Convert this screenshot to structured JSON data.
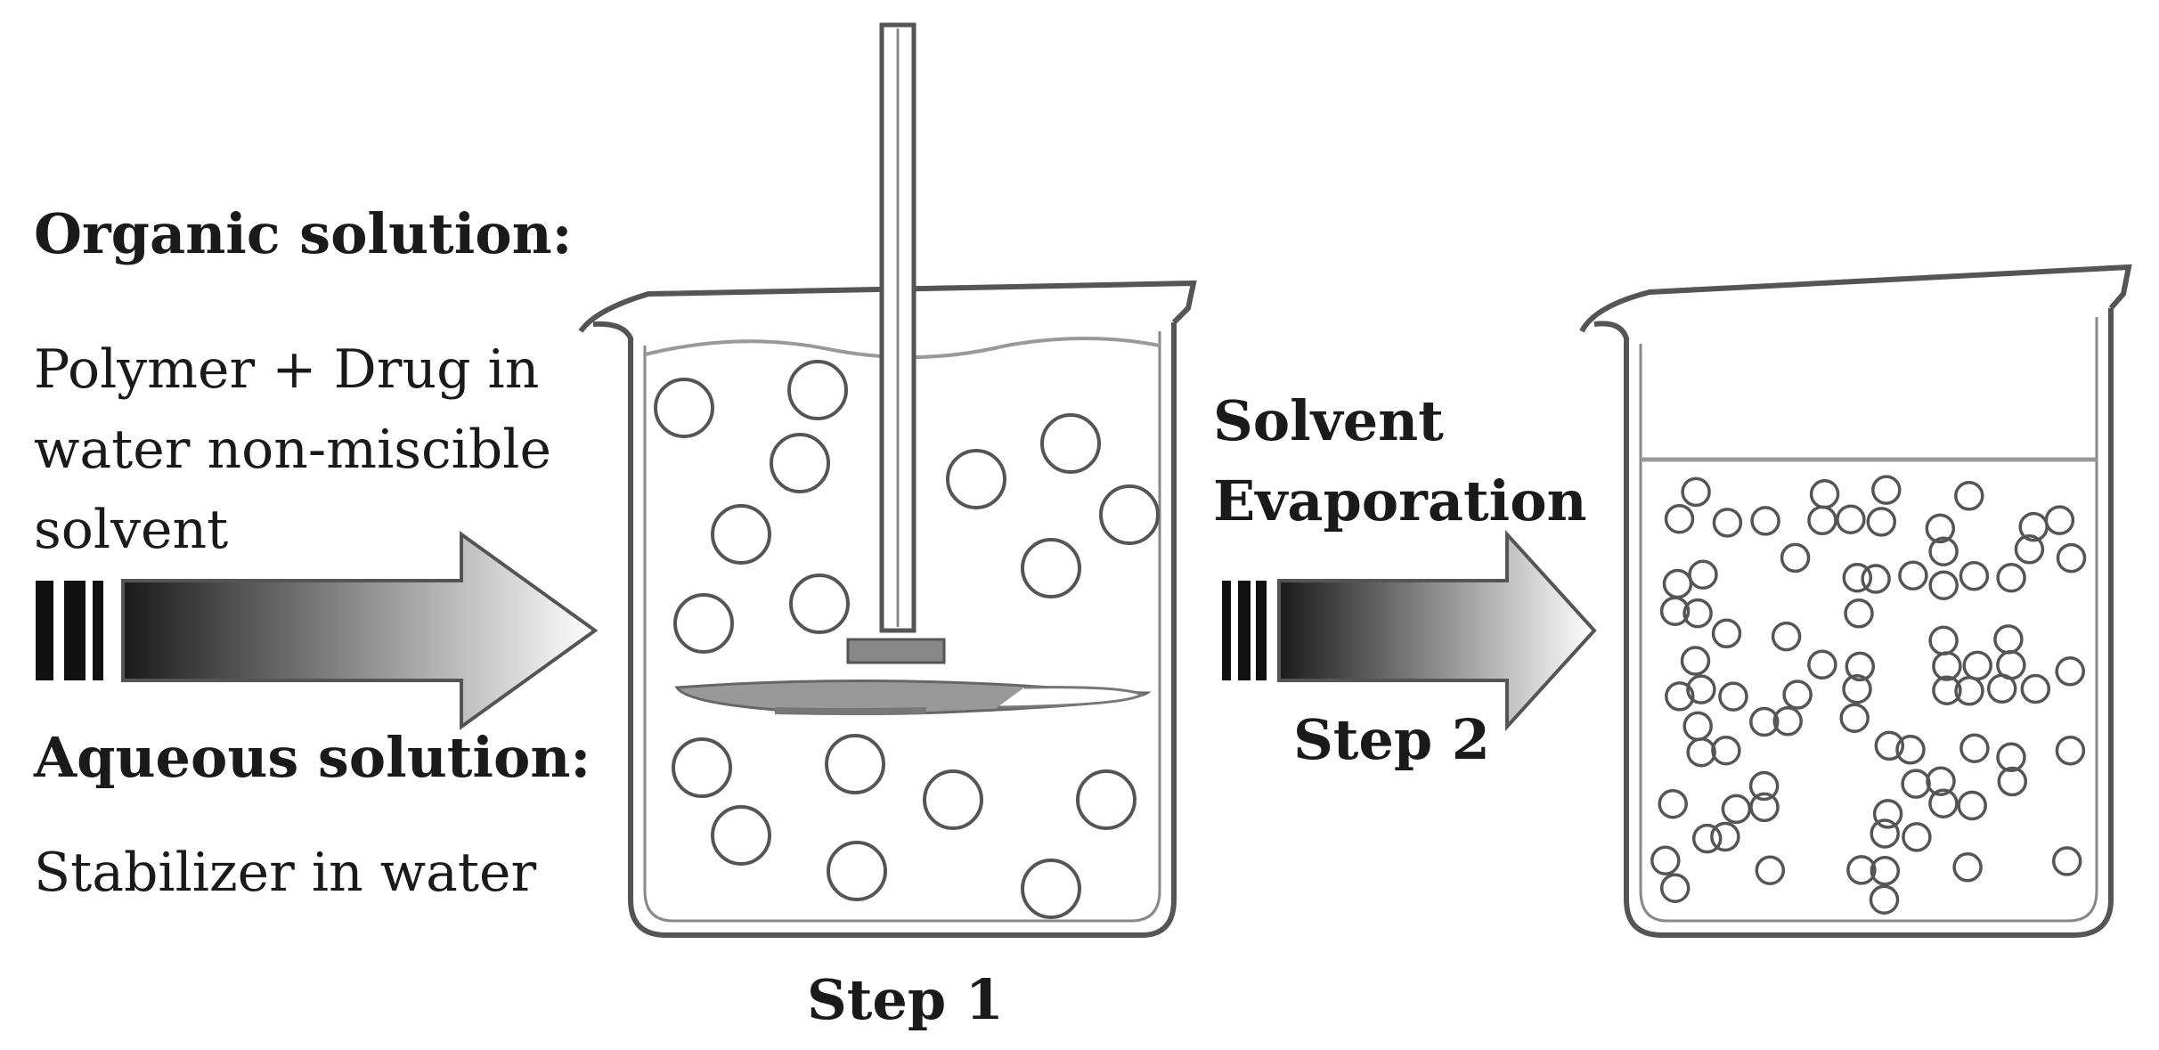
{
  "labels": {
    "organic_heading": "Organic solution:",
    "organic_body": "Polymer + Drug in water non-miscible solvent",
    "aqueous_heading": "Aqueous solution:",
    "aqueous_body": "Stabilizer in water",
    "step1": "Step 1",
    "solvent_evaporation": "Solvent Evaporation",
    "step2": "Step 2"
  },
  "colors": {
    "line": "#555555",
    "liquid_line": "#999999",
    "gradient_dark": "#1a1a1a",
    "gradient_light": "#ffffff"
  }
}
